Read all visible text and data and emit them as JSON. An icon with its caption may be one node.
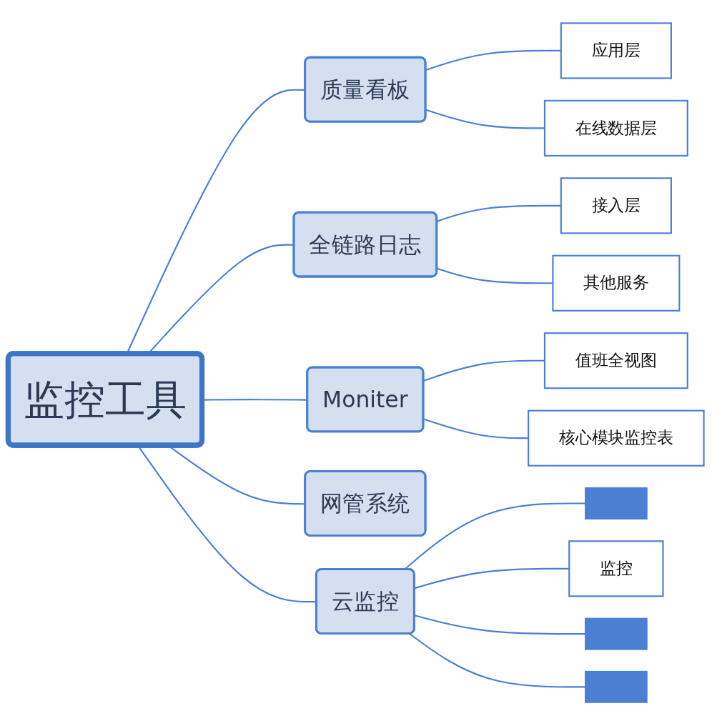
{
  "diagram": {
    "nodes": [
      {
        "text": [
          "监控工具"
        ]
      },
      {
        "text": [
          "质量看板"
        ]
      },
      {
        "text": [
          "应用层"
        ]
      },
      {
        "text": [
          "在线数据层"
        ]
      },
      {
        "text": [
          "全链路日志"
        ]
      },
      {
        "text": [
          "接入层"
        ]
      },
      {
        "text": [
          "其他服务"
        ]
      },
      {
        "text": [
          "Moniter"
        ]
      },
      {
        "text": [
          "值班全视图"
        ]
      },
      {
        "text": [
          "核心模块监控表"
        ]
      },
      {
        "text": [
          "网管系统"
        ]
      },
      {
        "text": [
          "云监控"
        ]
      },
      {
        "text": [],
        "shape": "bar"
      },
      {
        "text": [
          "监控"
        ]
      },
      {
        "text": [],
        "shape": "bar"
      },
      {
        "text": [],
        "shape": "bar"
      }
    ],
    "edges": [
      {
        "from": 0,
        "to": 1,
        "arrow": "none"
      },
      {
        "from": 1,
        "to": 2,
        "arrow": "none"
      },
      {
        "from": 1,
        "to": 3,
        "arrow": "none"
      },
      {
        "from": 0,
        "to": 4,
        "arrow": "none"
      },
      {
        "from": 4,
        "to": 5,
        "arrow": "none"
      },
      {
        "from": 4,
        "to": 6,
        "arrow": "none"
      },
      {
        "from": 0,
        "to": 7,
        "arrow": "none"
      },
      {
        "from": 7,
        "to": 8,
        "arrow": "none"
      },
      {
        "from": 7,
        "to": 9,
        "arrow": "none"
      },
      {
        "from": 0,
        "to": 10,
        "arrow": "none"
      },
      {
        "from": 0,
        "to": 11,
        "arrow": "none"
      },
      {
        "from": 11,
        "to": 12,
        "arrow": "none"
      },
      {
        "from": 11,
        "to": 13,
        "arrow": "none"
      },
      {
        "from": 11,
        "to": 14,
        "arrow": "none"
      },
      {
        "from": 11,
        "to": 15,
        "arrow": "none"
      }
    ]
  }
}
